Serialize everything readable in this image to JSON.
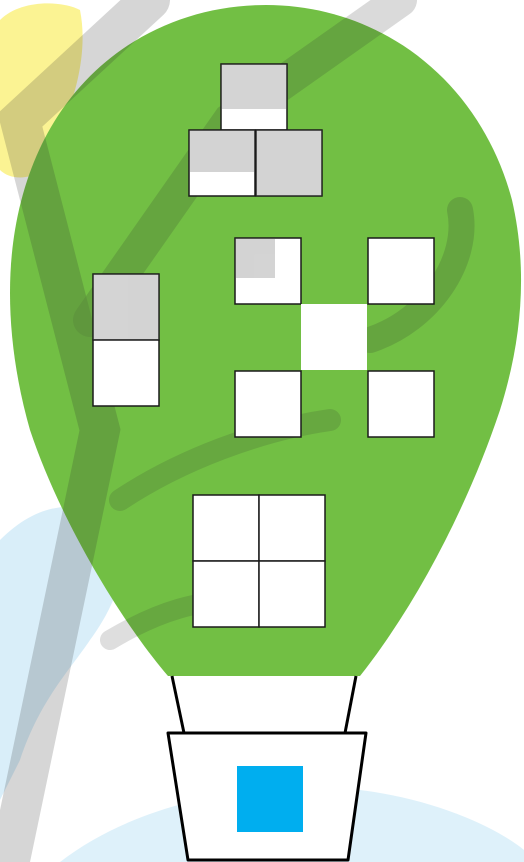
{
  "colors": {
    "balloon_fill": "#72bf44",
    "square_fill": "#ffffff",
    "square_stroke": "#1a1a1a",
    "basket_fill": "#ffffff",
    "basket_stroke": "#000000",
    "passenger_fill": "#00aeef",
    "rope_stroke": "#000000",
    "watermark_dark": "#3a3a3a",
    "watermark_yellow": "#f5e400",
    "watermark_blue": "#bfe3f7",
    "watermark_gray": "#c8c8c8"
  },
  "shapes": [
    {
      "name": "triangle-group",
      "squares": 3
    },
    {
      "name": "vertical-pair",
      "squares": 2
    },
    {
      "name": "x-pattern",
      "squares": 5
    },
    {
      "name": "two-by-two-block",
      "squares": 4
    }
  ],
  "icons": {
    "balloon": "hot-air-balloon-icon",
    "basket": "basket-icon",
    "passenger": "blue-square-icon"
  }
}
